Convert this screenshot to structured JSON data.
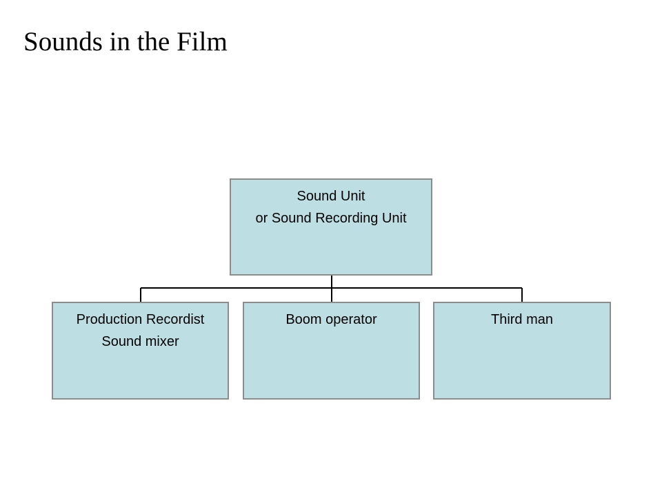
{
  "title": "Sounds in the Film",
  "colors": {
    "node_fill": "#bddfe3",
    "node_border": "#8c8c8c",
    "connector": "#000000"
  },
  "org_chart": {
    "root": {
      "lines": [
        "Sound Unit",
        "or Sound Recording Unit"
      ]
    },
    "children": [
      {
        "lines": [
          "Production Recordist",
          "Sound mixer"
        ]
      },
      {
        "lines": [
          "Boom operator"
        ]
      },
      {
        "lines": [
          "Third man"
        ]
      }
    ]
  }
}
